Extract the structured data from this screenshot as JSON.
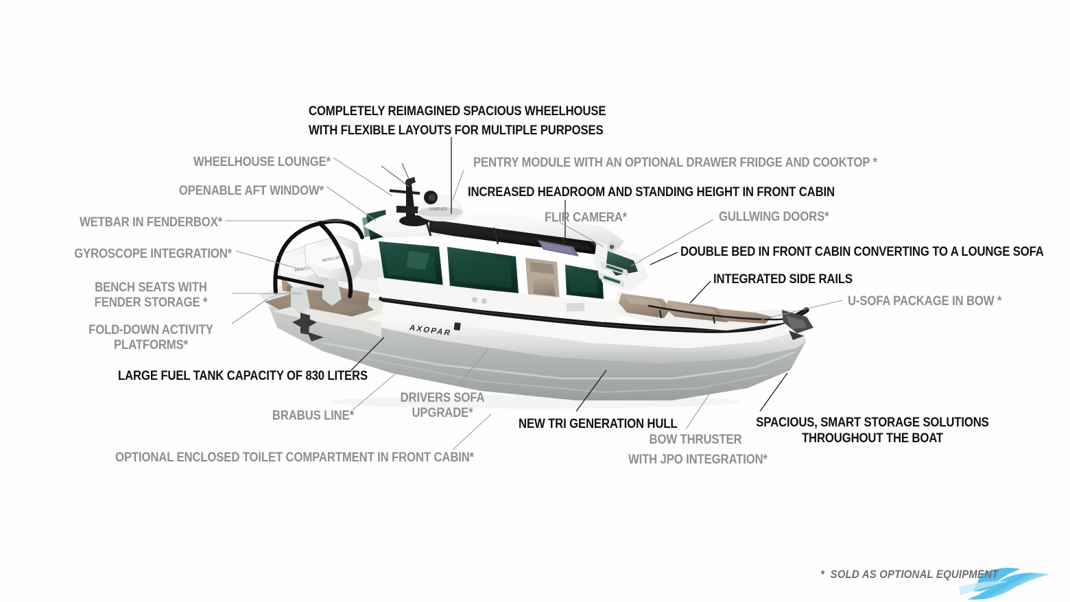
{
  "meta": {
    "brand": "AXOPAR",
    "hull_logo": "AXOPAR",
    "radar_brand": "SIMRAD"
  },
  "colors": {
    "text_standard": "#111111",
    "text_optional": "#8e8e8e",
    "leader_light": "#9a9a9a",
    "leader_dark": "#1a1a1a",
    "hull_white": "#f2f2f0",
    "hull_shadow": "#bfc1bf",
    "glass_green": "#14392f",
    "upholstery_taupe": "#a99684",
    "rubrail_black": "#141414",
    "canopy_black": "#171717",
    "watermark_blue": "#3fb6e8",
    "background": "#ffffff"
  },
  "footnote": {
    "text": "*  SOLD AS OPTIONAL EQUIPMENT"
  },
  "callouts": [
    {
      "id": "wheelhouse",
      "optional": false,
      "align": "left",
      "lines": [
        "COMPLETELY REIMAGINED SPACIOUS WHEELHOUSE",
        "WITH FLEXIBLE LAYOUTS FOR MULTIPLE PURPOSES"
      ]
    },
    {
      "id": "wheelhouse-lounge",
      "optional": true,
      "align": "right",
      "lines": [
        "WHEELHOUSE LOUNGE*"
      ]
    },
    {
      "id": "openable-aft-window",
      "optional": true,
      "align": "right",
      "lines": [
        "OPENABLE AFT WINDOW*"
      ]
    },
    {
      "id": "wetbar-in-fenderbox",
      "optional": true,
      "align": "right",
      "lines": [
        "WETBAR IN FENDERBOX*"
      ]
    },
    {
      "id": "gyroscope-integration",
      "optional": true,
      "align": "right",
      "lines": [
        "GYROSCOPE INTEGRATION*"
      ]
    },
    {
      "id": "bench-seats",
      "optional": true,
      "align": "center",
      "lines": [
        "BENCH SEATS WITH",
        "FENDER STORAGE *"
      ]
    },
    {
      "id": "fold-down-activity-platforms",
      "optional": true,
      "align": "center",
      "lines": [
        "FOLD-DOWN ACTIVITY",
        "PLATFORMS*"
      ]
    },
    {
      "id": "large-fuel-tank",
      "optional": false,
      "align": "left",
      "lines": [
        "LARGE FUEL TANK CAPACITY OF 830 LITERS"
      ]
    },
    {
      "id": "brabus-line",
      "optional": true,
      "align": "right",
      "lines": [
        "BRABUS LINE*"
      ]
    },
    {
      "id": "drivers-sofa-upgrade",
      "optional": true,
      "align": "center",
      "lines": [
        "DRIVERS SOFA",
        "UPGRADE*"
      ]
    },
    {
      "id": "optional-enclosed-toilet",
      "optional": true,
      "align": "left",
      "lines": [
        "OPTIONAL ENCLOSED TOILET COMPARTMENT IN FRONT CABIN*"
      ]
    },
    {
      "id": "new-tri-generation-hull",
      "optional": false,
      "align": "left",
      "lines": [
        "NEW TRI GENERATION HULL"
      ]
    },
    {
      "id": "bow-thruster",
      "optional": true,
      "align": "center",
      "lines": [
        "BOW THRUSTER",
        "WITH JPO INTEGRATION*"
      ]
    },
    {
      "id": "spacious-smart-storage",
      "optional": false,
      "align": "center",
      "lines": [
        "SPACIOUS, SMART STORAGE SOLUTIONS",
        "THROUGHOUT THE BOAT"
      ]
    },
    {
      "id": "pentry-module",
      "optional": true,
      "align": "left",
      "lines": [
        "PENTRY MODULE WITH AN OPTIONAL DRAWER FRIDGE AND COOKTOP *"
      ]
    },
    {
      "id": "increased-headroom",
      "optional": false,
      "align": "left",
      "lines": [
        "INCREASED HEADROOM AND STANDING HEIGHT IN FRONT CABIN"
      ]
    },
    {
      "id": "flir-camera",
      "optional": true,
      "align": "right",
      "lines": [
        "FLIR CAMERA*"
      ]
    },
    {
      "id": "gullwing-doors",
      "optional": true,
      "align": "left",
      "lines": [
        "GULLWING DOORS*"
      ]
    },
    {
      "id": "double-bed-front-cabin",
      "optional": false,
      "align": "left",
      "lines": [
        "DOUBLE BED IN FRONT CABIN CONVERTING TO A LOUNGE SOFA"
      ]
    },
    {
      "id": "integrated-side-rails",
      "optional": false,
      "align": "left",
      "lines": [
        "INTEGRATED SIDE RAILS"
      ]
    },
    {
      "id": "u-sofa-package-in-bow",
      "optional": true,
      "align": "left",
      "lines": [
        "U-SOFA PACKAGE IN BOW *"
      ]
    }
  ],
  "labels": {
    "wheelhouse_l1": "COMPLETELY REIMAGINED SPACIOUS WHEELHOUSE",
    "wheelhouse_l2": "WITH FLEXIBLE LAYOUTS FOR MULTIPLE PURPOSES",
    "wheelhouse_lounge": "WHEELHOUSE LOUNGE*",
    "openable_aft_window": "OPENABLE AFT WINDOW*",
    "wetbar_in_fenderbox": "WETBAR IN FENDERBOX*",
    "gyroscope_integration": "GYROSCOPE INTEGRATION*",
    "bench_seats_l1": "BENCH SEATS WITH",
    "bench_seats_l2": "FENDER STORAGE *",
    "fold_down_l1": "FOLD-DOWN ACTIVITY",
    "fold_down_l2": "PLATFORMS*",
    "large_fuel_tank": "LARGE FUEL TANK CAPACITY OF 830 LITERS",
    "brabus_line": "BRABUS LINE*",
    "drivers_sofa_l1": "DRIVERS SOFA",
    "drivers_sofa_l2": "UPGRADE*",
    "optional_toilet": "OPTIONAL ENCLOSED TOILET COMPARTMENT IN FRONT CABIN*",
    "new_tri_hull": "NEW TRI GENERATION HULL",
    "bow_thruster_l1": "BOW THRUSTER",
    "bow_thruster_l2": "WITH JPO INTEGRATION*",
    "storage_l1": "SPACIOUS, SMART STORAGE SOLUTIONS",
    "storage_l2": "THROUGHOUT THE BOAT",
    "pentry_module": "PENTRY MODULE WITH AN OPTIONAL DRAWER FRIDGE AND COOKTOP *",
    "increased_headroom": "INCREASED HEADROOM AND STANDING HEIGHT IN FRONT CABIN",
    "flir_camera": "FLIR CAMERA*",
    "gullwing_doors": "GULLWING DOORS*",
    "double_bed": "DOUBLE BED IN FRONT CABIN CONVERTING TO A LOUNGE SOFA",
    "integrated_side_rails": "INTEGRATED SIDE RAILS",
    "u_sofa_package": "U-SOFA PACKAGE IN BOW *",
    "hull_logo": "AXOPAR",
    "radar_brand": "SIMRAD"
  }
}
